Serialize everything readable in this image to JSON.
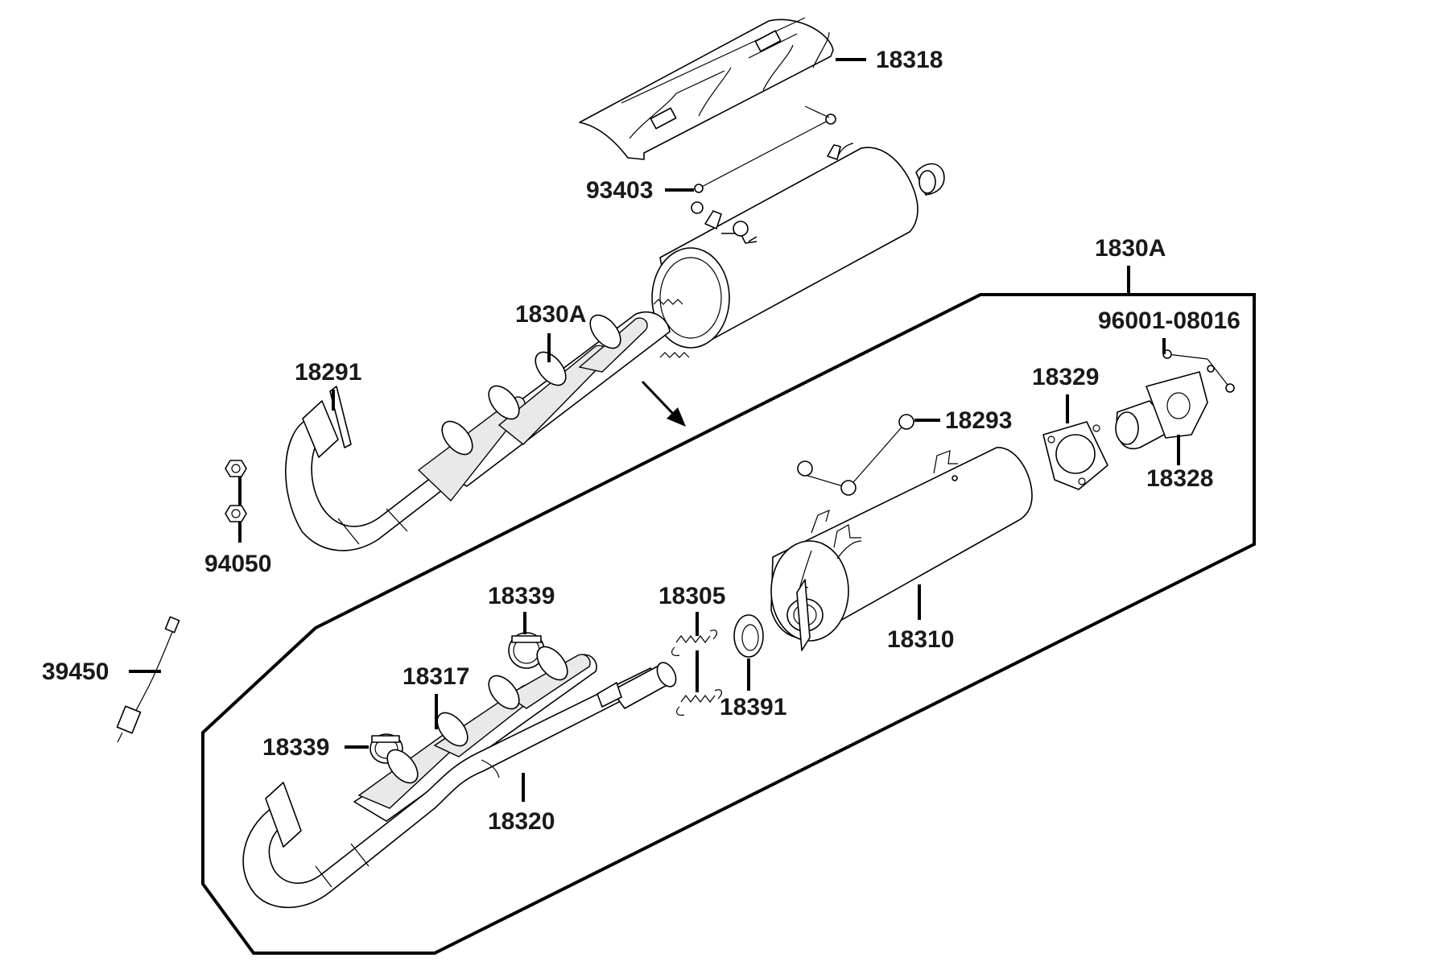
{
  "diagram": {
    "callouts": {
      "c18318": "18318",
      "c93403": "93403",
      "c1830A_top": "1830A",
      "c1830A_kit": "1830A",
      "c96001": "96001-08016",
      "c18329": "18329",
      "c18328": "18328",
      "c18291": "18291",
      "c18293": "18293",
      "c94050": "94050",
      "c39450": "39450",
      "c18339_top": "18339",
      "c18305": "18305",
      "c18310": "18310",
      "c18317": "18317",
      "c18391": "18391",
      "c18339_left": "18339",
      "c18320": "18320"
    },
    "colors": {
      "line": "#000000",
      "text": "#1a1a1a",
      "background": "#ffffff",
      "part_fill": "#e9e9e9"
    }
  }
}
